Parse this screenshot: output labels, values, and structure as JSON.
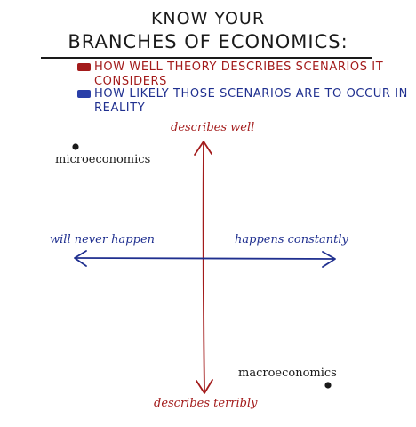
{
  "title": {
    "line1": "KNOW YOUR",
    "line2": "BRANCHES OF ECONOMICS:"
  },
  "legend": {
    "red_label": "HOW WELL THEORY DESCRIBES SCENARIOS IT CONSIDERS",
    "blue_label": "HOW LIKELY THOSE SCENARIOS ARE TO OCCUR IN REALITY",
    "red_color": "#a31b1b",
    "blue_color": "#1f2f8f"
  },
  "axes": {
    "vertical_top": "describes well",
    "vertical_bottom": "describes terribly",
    "horizontal_left": "will never happen",
    "horizontal_right": "happens constantly",
    "vertical_color": "#a31b1b",
    "horizontal_color": "#1f2f8f"
  },
  "points": [
    {
      "name": "microeconomics",
      "likelihood": "will never happen",
      "description": "describes well"
    },
    {
      "name": "macroeconomics",
      "likelihood": "happens constantly",
      "description": "describes terribly"
    }
  ]
}
